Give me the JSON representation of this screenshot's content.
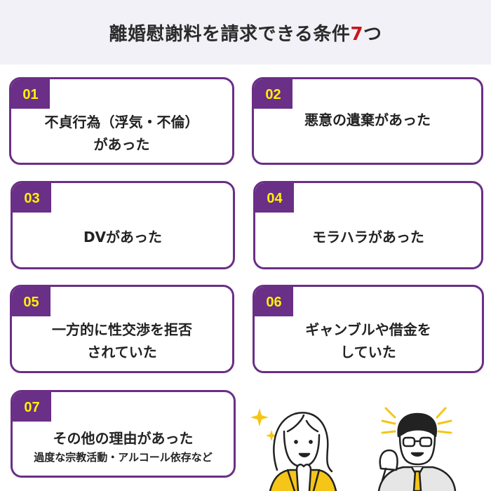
{
  "header": {
    "title_before": "離婚慰謝料を請求できる条件",
    "title_number": "7",
    "title_after": "つ"
  },
  "colors": {
    "header_bg": "#f2f1f7",
    "card_border": "#6a2f86",
    "badge_bg": "#6a2f86",
    "badge_text": "#fff200",
    "accent_number": "#c8161e",
    "illustration_yellow": "#f5c518"
  },
  "conditions": [
    {
      "number": "01",
      "lines": [
        "不貞行為（浮気・不倫）",
        "があった"
      ]
    },
    {
      "number": "02",
      "lines": [
        "悪意の遺棄があった"
      ]
    },
    {
      "number": "03",
      "lines": [
        "DVがあった"
      ]
    },
    {
      "number": "04",
      "lines": [
        "モラハラがあった"
      ]
    },
    {
      "number": "05",
      "lines": [
        "一方的に性交渉を拒否",
        "されていた"
      ]
    },
    {
      "number": "06",
      "lines": [
        "ギャンブルや借金を",
        "していた"
      ]
    },
    {
      "number": "07",
      "lines": [
        "その他の理由があった"
      ],
      "sub": "過度な宗教活動・アルコール依存など"
    }
  ],
  "illustration": {
    "figures": [
      "woman-praying-hands-sparkles",
      "man-glasses-fist-pump"
    ]
  }
}
